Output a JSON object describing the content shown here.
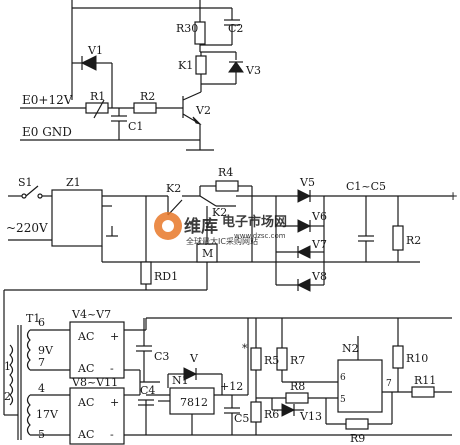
{
  "diagram": {
    "top_circuit": {
      "input_supply": "E0+12V",
      "input_ground": "E0 GND",
      "resistors": [
        "R1",
        "R2",
        "R30"
      ],
      "capacitors": [
        "C1",
        "C2"
      ],
      "diodes": [
        "V1",
        "V3"
      ],
      "transistor": "V2",
      "relay": "K1"
    },
    "mains_section": {
      "switch": "S1",
      "transformer_box": "Z1",
      "mains_voltage": "~220V",
      "relay_contacts": [
        "K2",
        "K2"
      ],
      "resistor": "R4",
      "motor": "M",
      "bridge_diodes": [
        "V5",
        "V6",
        "V7",
        "V8"
      ],
      "capacitor_bank": "C1~C5",
      "output_resistor": "R2",
      "fuse_resistor": "RD1",
      "output_terminal": "+"
    },
    "lower_supply": {
      "transformer": "T1",
      "pins": [
        "6",
        "7",
        "1",
        "2",
        "4",
        "5"
      ],
      "windings": [
        "9V",
        "17V"
      ],
      "bridge_top": "V4~V7",
      "bridge_bottom": "V8~V11",
      "ac_label": "AC",
      "plus": "+",
      "minus": "-",
      "regulator": "7812",
      "regulator_ref": "N1",
      "regulator_out": "+12",
      "diode": "V",
      "zener": "V13",
      "capacitors": [
        "C3",
        "C4",
        "C5"
      ],
      "resistors": [
        "R5",
        "R6",
        "R7",
        "R8",
        "R9",
        "R10",
        "R11"
      ],
      "opamp": "N2",
      "opamp_pins": [
        "6",
        "5",
        "7"
      ],
      "star_mark": "*"
    }
  },
  "watermark": {
    "brand": "维库",
    "title": "电子市场网",
    "subtitle": "全球最大IC采购网站",
    "url": "www.dzsc.com"
  }
}
